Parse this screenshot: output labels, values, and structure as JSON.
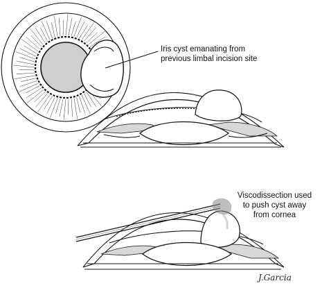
{
  "annotations": {
    "iris_cyst_line1": "Iris cyst emanating from",
    "iris_cyst_line2": "previous limbal incision site",
    "visco_line1": "Viscodissection used",
    "visco_line2": "to push cyst away",
    "visco_line3": "from cornea"
  },
  "signature": "J.Garcia",
  "colors": {
    "line": "#111111",
    "shade": "#cfcfcf",
    "cyst": "#ffffff",
    "background": "#ffffff"
  }
}
